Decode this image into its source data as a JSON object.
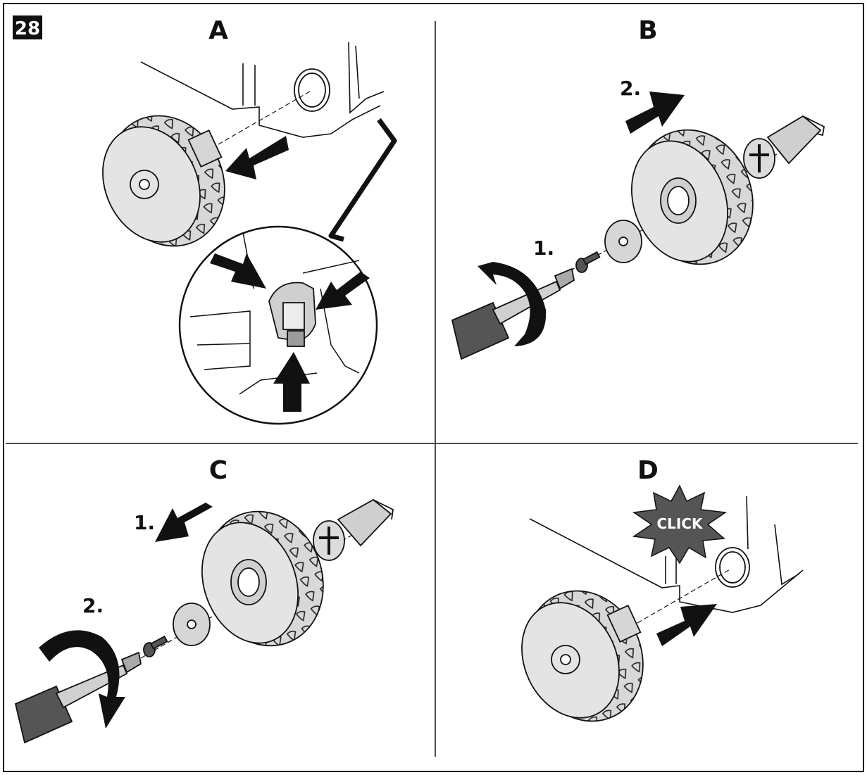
{
  "figure": {
    "number": "28",
    "panels": {
      "a": {
        "letter": "A"
      },
      "b": {
        "letter": "B",
        "steps": [
          "1.",
          "2."
        ]
      },
      "c": {
        "letter": "C",
        "steps": [
          "1.",
          "2."
        ]
      },
      "d": {
        "letter": "D",
        "callout": "CLICK"
      }
    }
  }
}
